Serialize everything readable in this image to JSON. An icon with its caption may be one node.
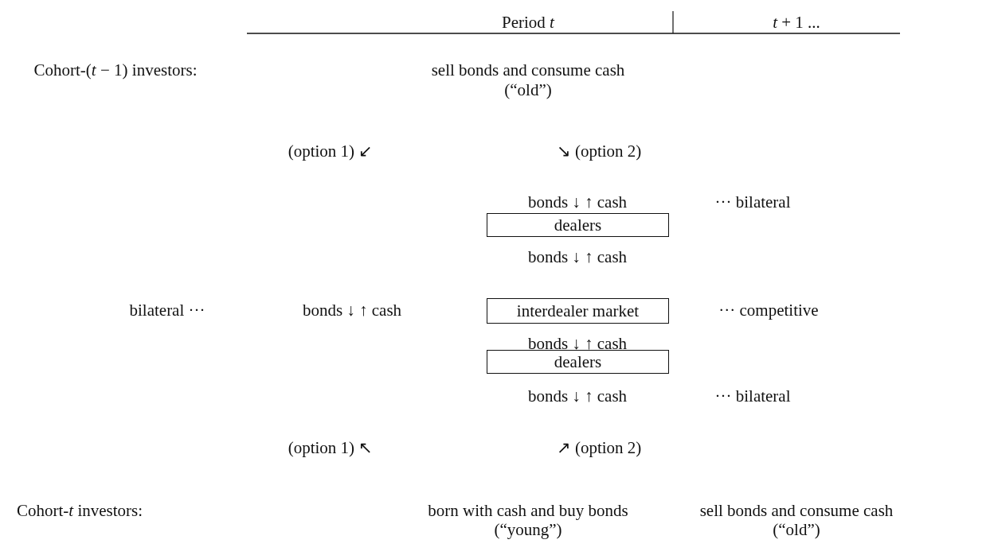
{
  "diagram": {
    "nodes": [
      {
        "text": [
          "dealers"
        ]
      },
      {
        "text": [
          "interdealer market"
        ]
      },
      {
        "text": [
          "dealers"
        ]
      }
    ],
    "labels": [
      "Period *t*",
      "*t* + 1 ...",
      "Cohort-(*t* − 1) investors:",
      "sell bonds and consume cash",
      "(“old”)",
      "(option 1) ↙",
      "↘ (option 2)",
      "bonds ↓ ↑ cash",
      "··· bilateral",
      "bonds ↓ ↑ cash",
      "bilateral ···",
      "bonds ↓ ↑ cash",
      "··· competitive",
      "bonds ↓ ↑ cash",
      "bonds ↓ ↑ cash",
      "··· bilateral",
      "(option 1) ↖",
      "↗ (option 2)",
      "Cohort-*t* investors:",
      "born with cash and buy bonds",
      "sell bonds and consume cash",
      "(“young”)",
      "(“old”)"
    ]
  }
}
